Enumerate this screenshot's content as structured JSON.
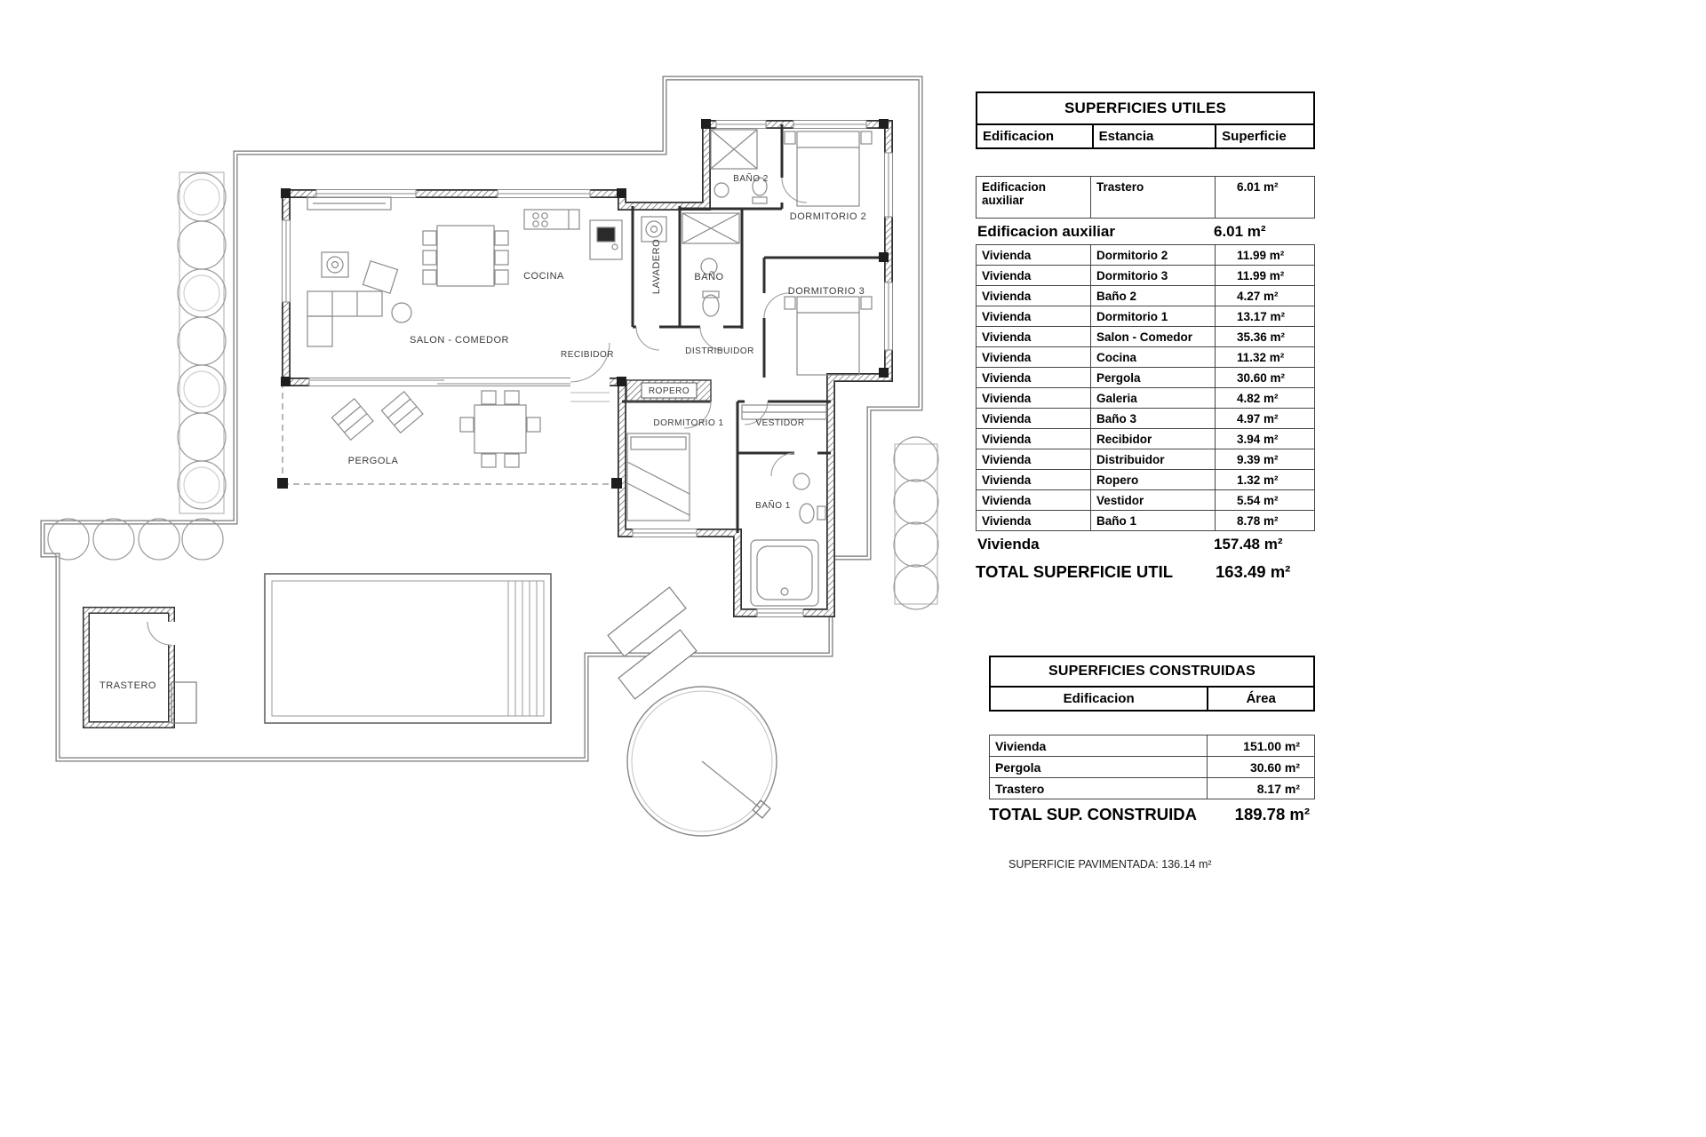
{
  "plan": {
    "rooms": {
      "bano2": "BAÑO 2",
      "dormitorio2": "DORMITORIO 2",
      "dormitorio3": "DORMITORIO 3",
      "lavadero": "LAVADERO",
      "bano": "BAÑO",
      "cocina": "COCINA",
      "salon": "SALON - COMEDOR",
      "recibidor": "RECIBIDOR",
      "distribuidor": "DISTRIBUIDOR",
      "ropero": "ROPERO",
      "dormitorio1": "DORMITORIO 1",
      "vestidor": "VESTIDOR",
      "bano1": "BAÑO 1",
      "pergola": "PERGOLA",
      "trastero": "TRASTERO"
    }
  },
  "superficies_utiles": {
    "title": "SUPERFICIES UTILES",
    "headers": {
      "edificacion": "Edificacion",
      "estancia": "Estancia",
      "superficie": "Superficie"
    },
    "aux_row": {
      "edificacion": "Edificacion auxiliar",
      "estancia": "Trastero",
      "superficie": "6.01 m²"
    },
    "aux_subtotal": {
      "label": "Edificacion auxiliar",
      "value": "6.01 m²"
    },
    "rows": [
      {
        "edificacion": "Vivienda",
        "estancia": "Dormitorio 2",
        "superficie": "11.99 m²"
      },
      {
        "edificacion": "Vivienda",
        "estancia": "Dormitorio 3",
        "superficie": "11.99 m²"
      },
      {
        "edificacion": "Vivienda",
        "estancia": "Baño 2",
        "superficie": "4.27 m²"
      },
      {
        "edificacion": "Vivienda",
        "estancia": "Dormitorio 1",
        "superficie": "13.17 m²"
      },
      {
        "edificacion": "Vivienda",
        "estancia": "Salon - Comedor",
        "superficie": "35.36 m²"
      },
      {
        "edificacion": "Vivienda",
        "estancia": "Cocina",
        "superficie": "11.32 m²"
      },
      {
        "edificacion": "Vivienda",
        "estancia": "Pergola",
        "superficie": "30.60 m²"
      },
      {
        "edificacion": "Vivienda",
        "estancia": "Galeria",
        "superficie": "4.82 m²"
      },
      {
        "edificacion": "Vivienda",
        "estancia": "Baño 3",
        "superficie": "4.97 m²"
      },
      {
        "edificacion": "Vivienda",
        "estancia": "Recibidor",
        "superficie": "3.94 m²"
      },
      {
        "edificacion": "Vivienda",
        "estancia": "Distribuidor",
        "superficie": "9.39 m²"
      },
      {
        "edificacion": "Vivienda",
        "estancia": "Ropero",
        "superficie": "1.32 m²"
      },
      {
        "edificacion": "Vivienda",
        "estancia": "Vestidor",
        "superficie": "5.54 m²"
      },
      {
        "edificacion": "Vivienda",
        "estancia": "Baño 1",
        "superficie": "8.78 m²"
      }
    ],
    "vivienda_subtotal": {
      "label": "Vivienda",
      "value": "157.48 m²"
    },
    "total": {
      "label": "TOTAL SUPERFICIE UTIL",
      "value": "163.49 m²"
    }
  },
  "superficies_construidas": {
    "title": "SUPERFICIES CONSTRUIDAS",
    "headers": {
      "edificacion": "Edificacion",
      "area": "Área"
    },
    "rows": [
      {
        "edificacion": "Vivienda",
        "area": "151.00 m²"
      },
      {
        "edificacion": "Pergola",
        "area": "30.60 m²"
      },
      {
        "edificacion": "Trastero",
        "area": "8.17 m²"
      }
    ],
    "total": {
      "label": "TOTAL SUP. CONSTRUIDA",
      "value": "189.78 m²"
    }
  },
  "footer": {
    "pavimentada": "SUPERFICIE PAVIMENTADA: 136.14 m²"
  }
}
